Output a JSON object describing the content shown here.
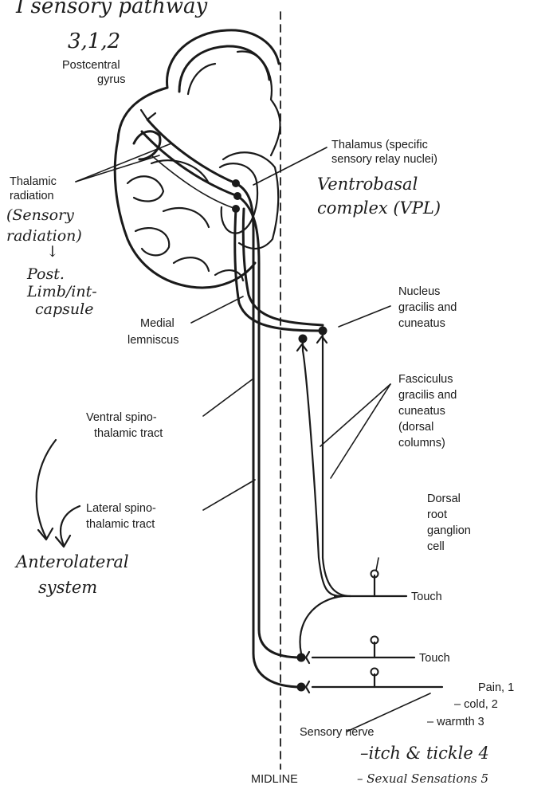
{
  "header_fragment": "I sensory pathway",
  "labels": {
    "area_numbers": "3,1,2",
    "postcentral": "Postcentral",
    "gyrus": "gyrus",
    "thalamus_line1": "Thalamus (specific",
    "thalamus_line2": "sensory relay nuclei)",
    "ventrobasal_line1": "Ventrobasal",
    "ventrobasal_line2": "complex (VPL)",
    "thalamic": "Thalamic",
    "radiation": "radiation",
    "sensory_paren": "(Sensory",
    "radiation_paren": "radiation)",
    "arrow_down": "↓",
    "post": "Post.",
    "limb_int": "Limb/int-",
    "capsule": "capsule",
    "nucleus": "Nucleus",
    "gracilis_and": "gracilis and",
    "cuneatus": "cuneatus",
    "medial": "Medial",
    "lemniscus": "lemniscus",
    "fasciculus": "Fasciculus",
    "fasc_gracilis_and": "gracilis and",
    "fasc_cuneatus": "cuneatus",
    "dorsal_paren": "(dorsal",
    "columns_paren": "columns)",
    "ventral_spino": "Ventral spino-",
    "ventral_thalamic": "thalamic tract",
    "lateral_spino": "Lateral spino-",
    "lateral_thalamic": "thalamic tract",
    "anterolateral": "Anterolateral",
    "system": "system",
    "dorsal": "Dorsal",
    "root": "root",
    "ganglion": "ganglion",
    "cell": "cell",
    "touch1": "Touch",
    "touch2": "Touch",
    "pain": "Pain, 1",
    "cold": "– cold, 2",
    "warmth": "– warmth 3",
    "sensory_nerve": "Sensory nerve",
    "itch": "–itch & tickle 4",
    "sexual": "– Sexual Sensations 5",
    "midline": "MIDLINE"
  }
}
